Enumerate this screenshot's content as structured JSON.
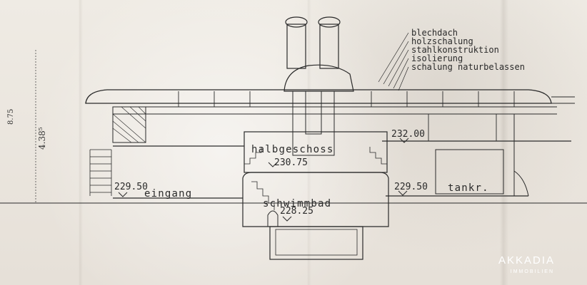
{
  "legend": {
    "items": [
      "blechdach",
      "holzschalung",
      "stahlkonstruktion",
      "isolierung",
      "schalung naturbelassen"
    ]
  },
  "levels": {
    "halbgeschoss": "230.75",
    "right_upper": "232.00",
    "eingang": "229.50",
    "right_lower": "229.50",
    "schwimmbad": "228.25"
  },
  "rooms": {
    "halbgeschoss": "halbgeschoss",
    "eingang": "eingang",
    "schwimmbad": "schwimmbad",
    "tankr": "tankr."
  },
  "dimensions": {
    "height_total": "8.75",
    "height_part": "4.38⁵"
  },
  "watermark": {
    "brand": "AKKADIA",
    "subtitle": "IMMOBILIEN"
  },
  "colors": {
    "paper": "#e9e4dc",
    "ink": "#2a2a2a"
  }
}
